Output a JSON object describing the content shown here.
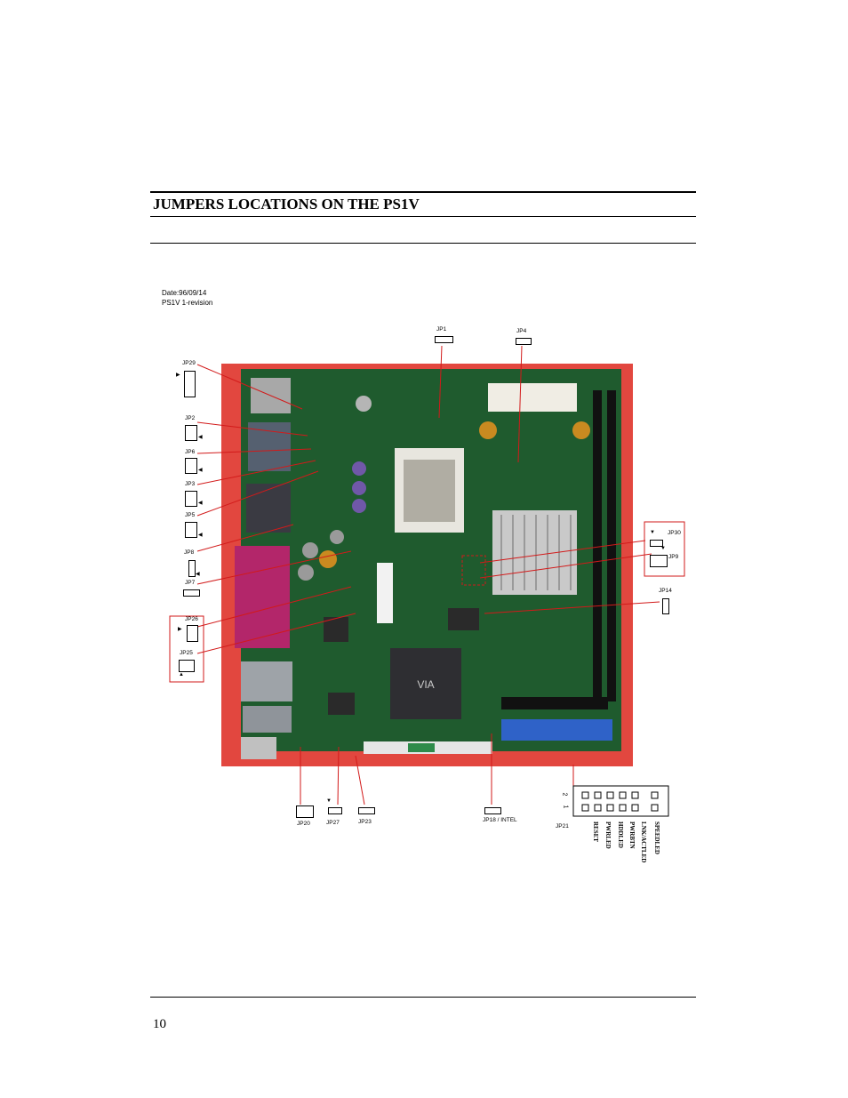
{
  "page": {
    "section_title": "JUMPERS LOCATIONS ON THE PS1V",
    "date_line": "Date:96/09/14",
    "revision_line": "PS1V 1-revision",
    "page_number": "10"
  },
  "jumpers": {
    "jp1": "JP1",
    "jp4": "JP4",
    "jp29": "JP29",
    "jp2": "JP2",
    "jp6": "JP6",
    "jp3": "JP3",
    "jp5": "JP5",
    "jp8": "JP8",
    "jp7": "JP7",
    "jp26": "JP26",
    "jp25": "JP25",
    "jp30": "JP30",
    "jp9": "JP9",
    "jp14": "JP14",
    "jp20": "JP20",
    "jp27": "JP27",
    "jp23": "JP23",
    "jp18": "JP18 / INTEL",
    "jp21": "JP21"
  },
  "jp21_header": {
    "row_labels": [
      "2",
      "1"
    ],
    "pin_labels": [
      "RESET",
      "PWRLED",
      "HDDLED",
      "PWRBTN",
      "LNK/ACTLED",
      "SPEEDLED"
    ]
  },
  "colors": {
    "board_background": "#e2473f",
    "pcb_green": "#1f5b2e",
    "leader_line": "#d21a1a"
  }
}
